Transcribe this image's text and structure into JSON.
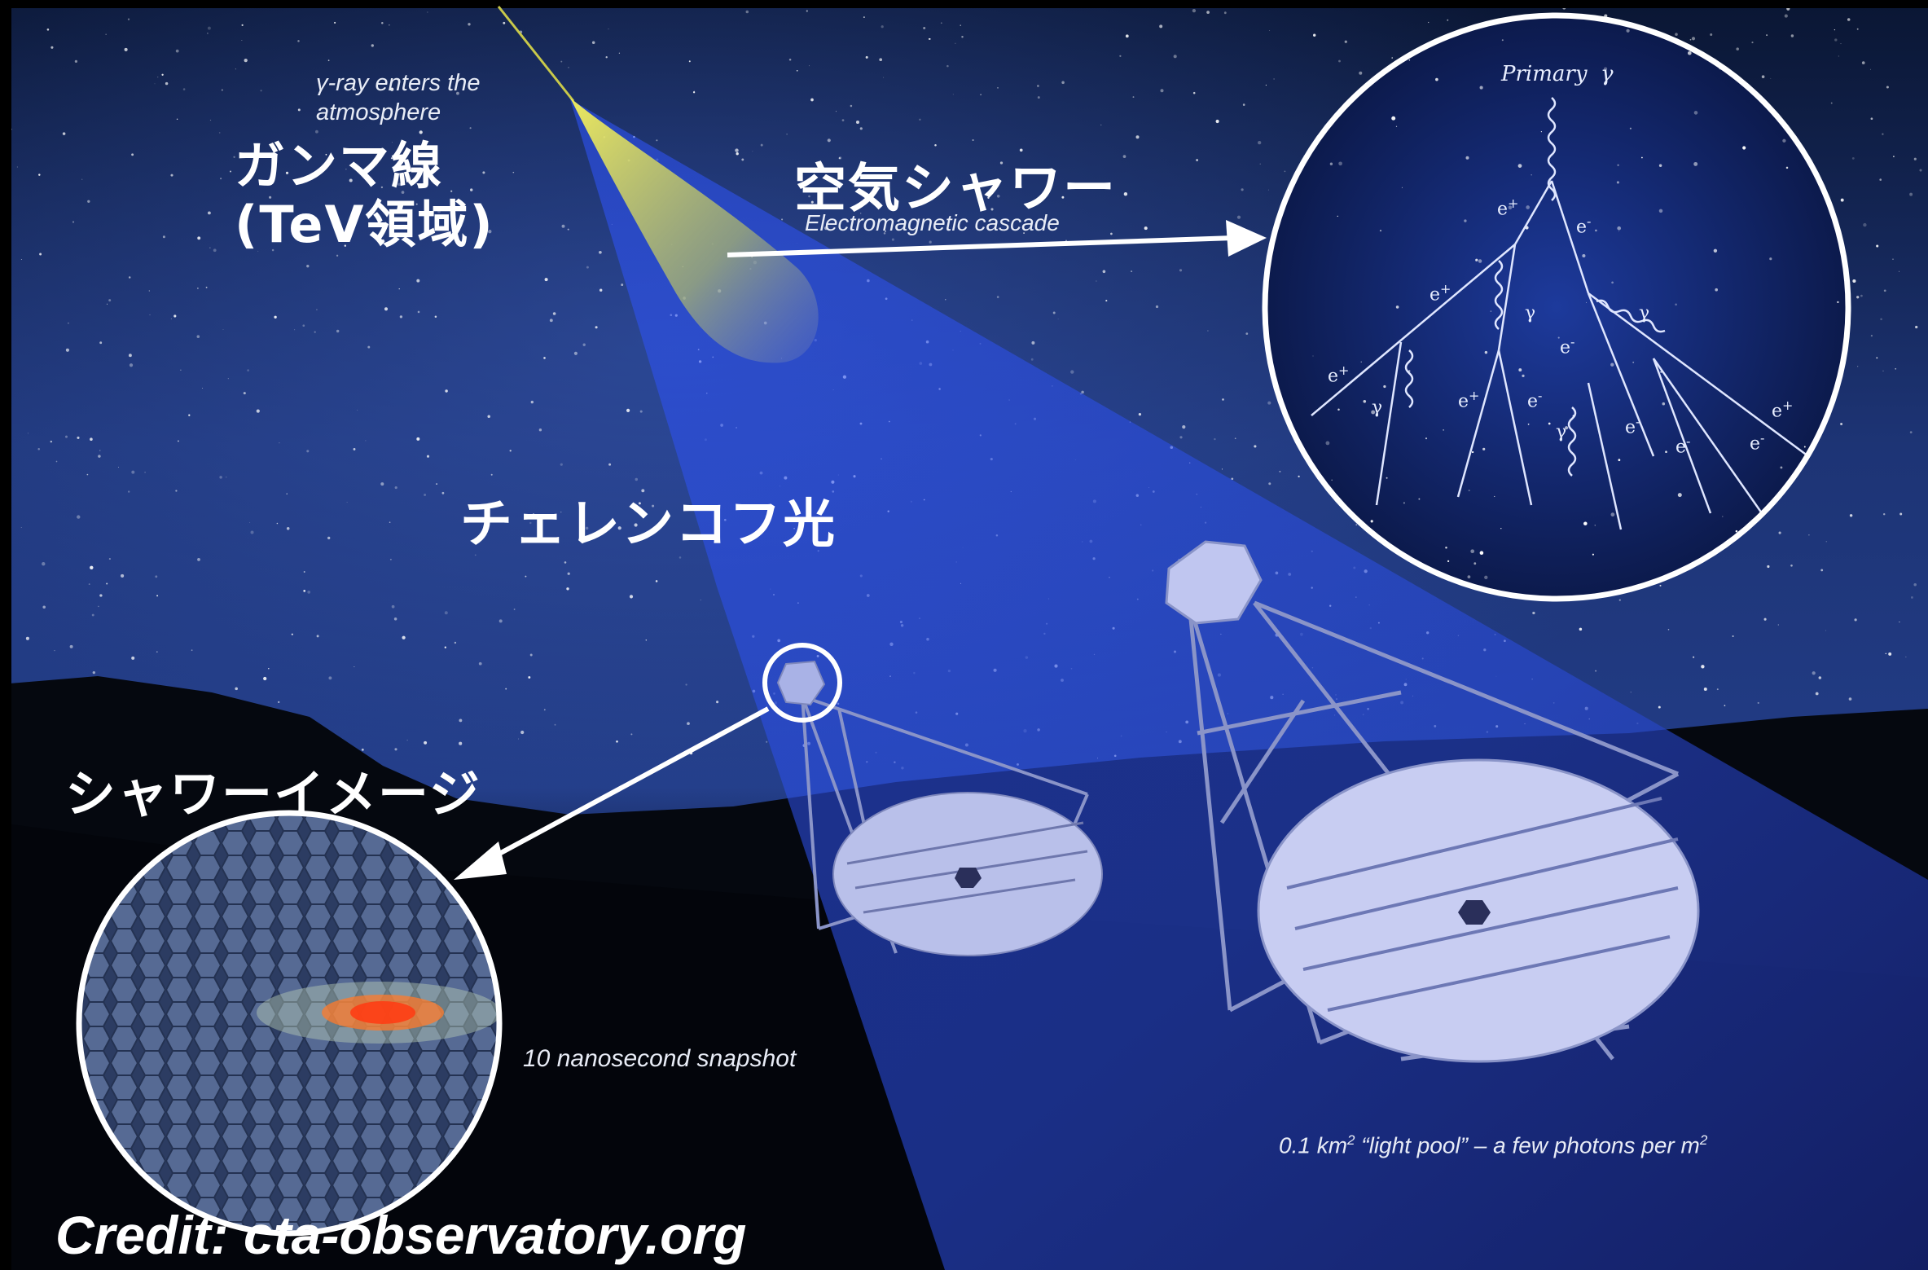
{
  "labels": {
    "gamma_enters": "γ-ray enters the\natmosphere",
    "gamma_ray_jp_line1": "ガンマ線",
    "gamma_ray_jp_line2": "(TeV領域)",
    "air_shower_jp": "空気シャワー",
    "em_cascade": "Electromagnetic cascade",
    "cherenkov_jp": "チェレンコフ光",
    "shower_image_jp": "シャワーイメージ",
    "snapshot": "10 nanosecond snapshot",
    "light_pool_prefix": "0.1 km",
    "light_pool_sup1": "2",
    "light_pool_mid": " “light pool” – a few photons per m",
    "light_pool_sup2": "2",
    "credit": "Credit: cta-observatory.org"
  },
  "cascade": {
    "primary_label": "Primary",
    "primary_symbol": "γ",
    "particles": [
      "e+",
      "e-",
      "e+",
      "γ",
      "γ",
      "e-",
      "e+",
      "γ",
      "e+",
      "e-",
      "e-",
      "γ",
      "e-",
      "e-",
      "e+"
    ]
  },
  "colors": {
    "sky_top": "#0b1a3a",
    "sky_mid": "#24408f",
    "cone": "#3a5cff",
    "shower_glow": "#e8e34a",
    "telescope": "#b8c0ea",
    "camera_hot": "#ff5a1e"
  }
}
